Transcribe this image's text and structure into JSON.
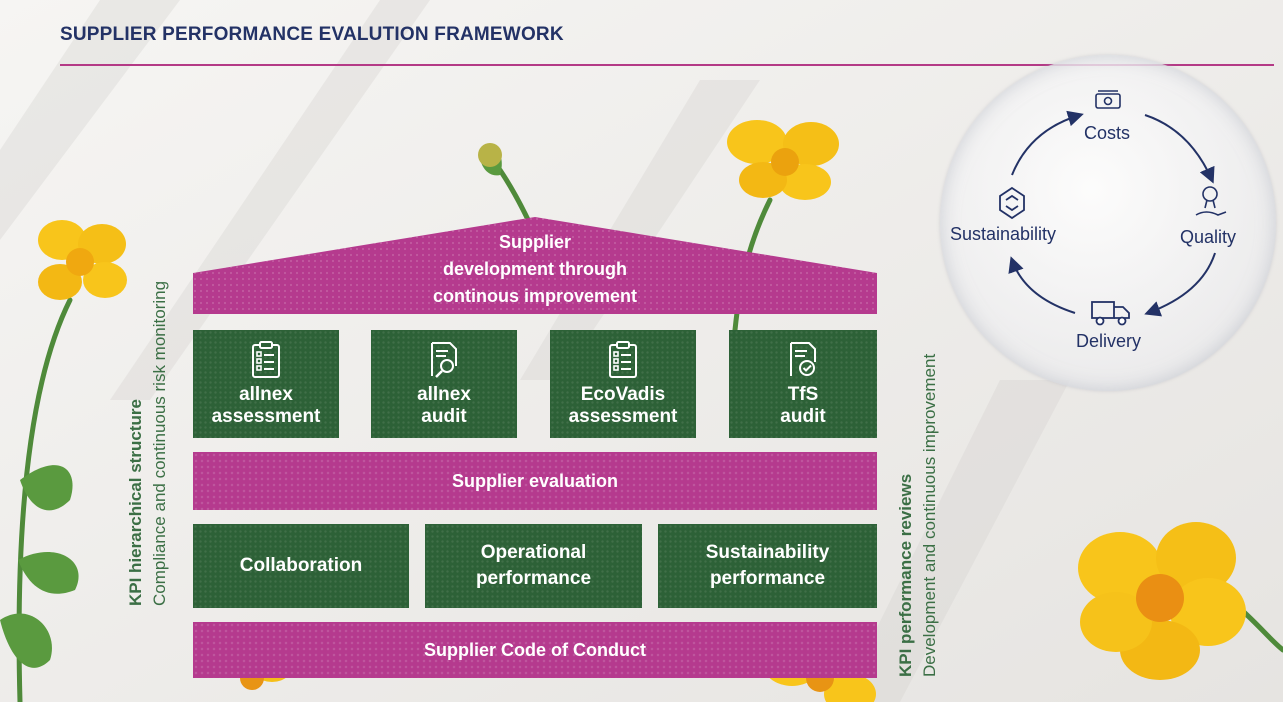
{
  "header": {
    "title": "SUPPLIER PERFORMANCE EVALUTION FRAMEWORK"
  },
  "house": {
    "roof": {
      "line1": "Supplier",
      "line2": "development through",
      "line3": "continous improvement"
    },
    "pillars": [
      {
        "line1": "allnex",
        "line2": "assessment",
        "icon": "checklist-icon"
      },
      {
        "line1": "allnex",
        "line2": "audit",
        "icon": "audit-magnifier-icon"
      },
      {
        "line1": "EcoVadis",
        "line2": "assessment",
        "icon": "checklist-icon"
      },
      {
        "line1": "TfS",
        "line2": "audit",
        "icon": "audit-check-icon"
      }
    ],
    "evaluation": "Supplier evaluation",
    "bottom_pillars": [
      {
        "line1": "Collaboration",
        "line2": ""
      },
      {
        "line1": "Operational",
        "line2": "performance"
      },
      {
        "line1": "Sustainability",
        "line2": "performance"
      }
    ],
    "foundation": "Supplier Code of Conduct"
  },
  "left_side": {
    "main": "KPI hierarchical structure",
    "sub": "Compliance and continuous risk monitoring"
  },
  "right_side": {
    "main": "KPI performance reviews",
    "sub": "Development and continuous improvement"
  },
  "cycle": {
    "costs": "Costs",
    "quality": "Quality",
    "delivery": "Delivery",
    "sustainability": "Sustainability"
  },
  "colors": {
    "green": "#2d6137",
    "pink": "#b53a8e",
    "navy": "#233266",
    "side_green": "#3b6f45"
  }
}
